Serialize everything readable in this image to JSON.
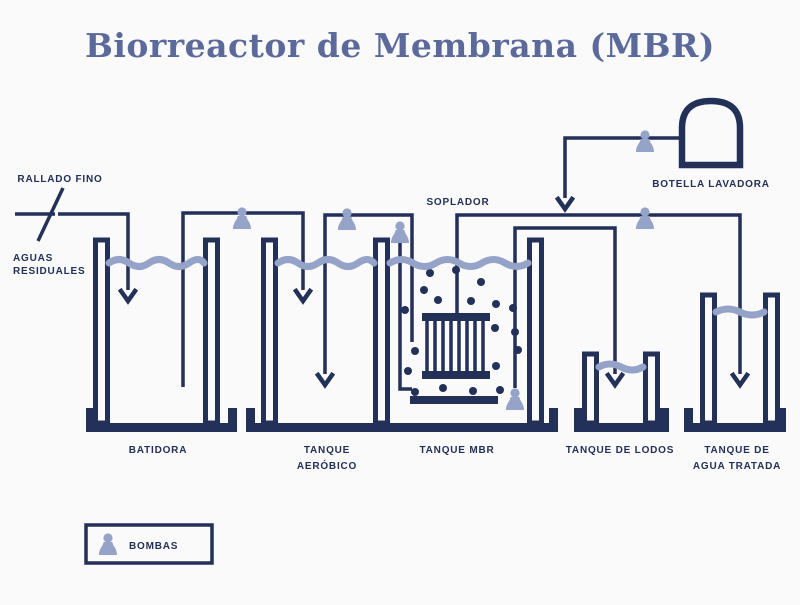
{
  "title": "Biorreactor de Membrana (MBR)",
  "colors": {
    "line_navy": "#233058",
    "accent_periwinkle": "#96a3c8",
    "title_slate": "#5c6a9b",
    "background": "#fafafa"
  },
  "labels": {
    "fine_screen": "RALLADO FINO",
    "wastewater_line1": "AGUAS",
    "wastewater_line2": "RESIDUALES",
    "blower": "SOPLADOR",
    "wash_bottle": "BOTELLA LAVADORA",
    "mixer_tank": "BATIDORA",
    "aerobic_tank_line1": "TANQUE",
    "aerobic_tank_line2": "AERÓBICO",
    "mbr_tank": "TANQUE MBR",
    "sludge_tank": "TANQUE DE LODOS",
    "treated_tank_line1": "TANQUE DE",
    "treated_tank_line2": "AGUA TRATADA",
    "legend_pumps": "BOMBAS"
  },
  "icons": {
    "pump": "pump-icon",
    "flow_arrow": "down-arrow-icon",
    "water_level": "wavy-water-line",
    "bubbles": "air-bubbles"
  }
}
